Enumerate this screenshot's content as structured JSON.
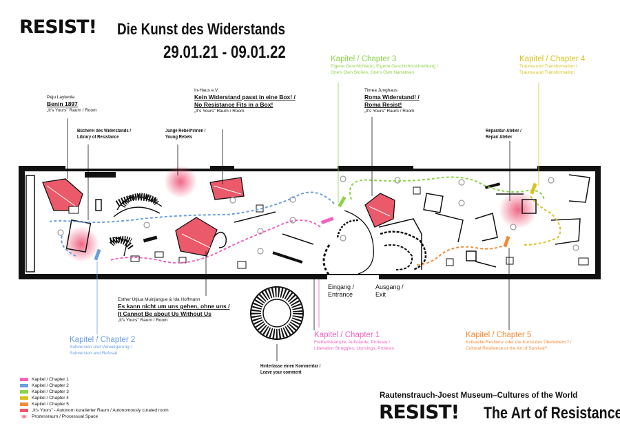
{
  "header": {
    "title_resist": "RESIST!",
    "title_sub": "Die Kunst des Widerstands",
    "dates": "29.01.21 - 09.01.22"
  },
  "colors": {
    "chapter1": "#f062c0",
    "chapter2": "#6a9fe0",
    "chapter3": "#8cd24a",
    "chapter4": "#d9c21e",
    "chapter5": "#f48a36",
    "autonomous": "#ea5a6a",
    "wall": "#111111"
  },
  "labels": {
    "payu": {
      "artist": "Peju Layiwola",
      "title": "Benin 1897",
      "room": "„It's Yours\" Raum / Room"
    },
    "inhaus": {
      "artist": "In-Haus e.V.",
      "title1": "Kein Widerstand passt in eine Box! /",
      "title2": "No Resistance Fits in a Box!",
      "room": "„It's Yours\" Raum / Room"
    },
    "timea": {
      "artist": "Timea Junghaus",
      "title1": "Roma Widerstand! /",
      "title2": "Roma Resist!",
      "room": "„It's Yours\" Raum / Room"
    },
    "library": {
      "l1": "Bücherei des Widerstands /",
      "l2": "Library of Resistance"
    },
    "young": {
      "l1": "Junge Rebell*innen /",
      "l2": "Young Rebels"
    },
    "repair": {
      "l1": "Reparatur-Atelier /",
      "l2": "Repair Atelier"
    },
    "esther": {
      "artist": "Esther Utjiua Muinjangue & Ida Hoffmann",
      "title1": "Es kann nicht um uns gehen, ohne uns /",
      "title2": "It Cannot Be about Us Without Us",
      "room": "„It's Yours\" Raum / Room"
    },
    "comment": {
      "l1": "Hinterlasse einen Kommentar /",
      "l2": "Leave your comment"
    },
    "entrance": {
      "l1": "Eingang /",
      "l2": "Entrance"
    },
    "exit": {
      "l1": "Ausgang /",
      "l2": "Exit"
    }
  },
  "chapters": {
    "c1": {
      "title": "Kapitel / Chapter 1",
      "d1": "Freiheitskämpfe, Aufstände, Proteste /",
      "d2": "Liberation Struggles, Uprisings, Protests"
    },
    "c2": {
      "title": "Kapitel / Chapter 2",
      "d1": "Subversion und Verweigerung  /",
      "d2": "Subversion and Refusal"
    },
    "c3": {
      "title": "Kapitel / Chapter 3",
      "d1": "Eigene Geschichte(n), Eigene Geschichtsschreibung /",
      "d2": "One's Own Stories, One's Own Narratives"
    },
    "c4": {
      "title": "Kapitel / Chapter 4",
      "d1": "Trauma und Transformation /",
      "d2": "Trauma and Transformation"
    },
    "c5": {
      "title": "Kapitel / Chapter 5",
      "d1": "Kulturelle Resilienz oder die Kunst des Überlebens? /",
      "d2": "Cultural Resilience or the Art of Survival?"
    }
  },
  "legend": [
    {
      "label": "Kapitel / Chapter 1",
      "color": "#f062c0"
    },
    {
      "label": "Kapitel / Chapter 2",
      "color": "#6a9fe0"
    },
    {
      "label": "Kapitel / Chapter 3",
      "color": "#8cd24a"
    },
    {
      "label": "Kapitel / Chapter 4",
      "color": "#d9c21e"
    },
    {
      "label": "Kapitel / Chapter 5",
      "color": "#f48a36"
    },
    {
      "label": "„It's Yours\" - Autonom kuratierter Raum / Autonomously curated room",
      "color": "#ea5a6a"
    },
    {
      "label": "Prozessraum / Processual Space",
      "color": "#f7b8c4"
    }
  ],
  "footer": {
    "museum": "Rautenstrauch-Joest Museum–Cultures of the World",
    "resist": "RESIST!",
    "sub": "The Art of Resistance"
  }
}
